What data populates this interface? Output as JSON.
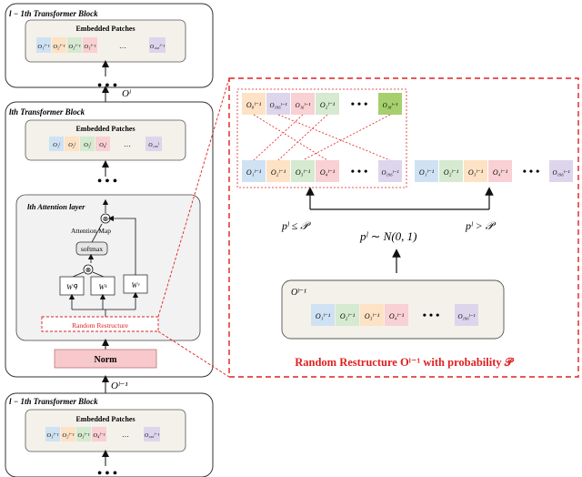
{
  "top_block": {
    "title": "l − 1th Transformer Block",
    "patches_label": "Embedded Patches",
    "patches": [
      "O₁ˡ⁻¹",
      "O₂ˡ⁻¹",
      "O₃ˡ⁻¹",
      "…",
      "O₁₉₆ˡ⁻¹"
    ],
    "output_label": "Oˡ"
  },
  "mid_block": {
    "title": "lth Transformer Block",
    "patches_label": "Embedded Patches",
    "patches": [
      "O₁ˡ",
      "O₂ˡ",
      "O₃ˡ",
      "O₄ˡ",
      "O₁₉₆ˡ"
    ],
    "attention": {
      "title": "lth Attention layer",
      "map_label": "Attention Map",
      "softmax_label": "softmax",
      "wq_label": "Wᑫ",
      "wk_label": "Wᵏ",
      "wv_label": "Wᵛ",
      "multiply_symbol": "⊗"
    },
    "random_restructure_label": "Random Restructure",
    "norm_label": "Norm",
    "input_label": "Oˡ⁻¹"
  },
  "bottom_block": {
    "title": "l − 1th Transformer Block",
    "patches_label": "Embedded Patches",
    "patches": [
      "O₁ˡ⁻¹",
      "O₂ˡ⁻¹",
      "O₃ˡ⁻¹",
      "O₄ˡ⁻¹",
      "O₁₉₆ˡ⁻¹"
    ]
  },
  "ellipsis": "• • •",
  "detail": {
    "shuffled_patches": [
      "O₈ˡ⁻¹",
      "O₁₉₆ˡ⁻¹",
      "O₁₆ˡ⁻¹",
      "O₂ˡ⁻¹",
      "O₁₈ˡ⁻¹"
    ],
    "original_patches": [
      "O₁ˡ⁻¹",
      "O₂ˡ⁻¹",
      "O₃ˡ⁻¹",
      "O₄ˡ⁻¹",
      "O₁₉₆ˡ⁻¹"
    ],
    "kept_patches": [
      "O₁ˡ⁻¹",
      "O₂ˡ⁻¹",
      "O₃ˡ⁻¹",
      "O₄ˡ⁻¹",
      "O₁₉₆ˡ⁻¹"
    ],
    "input_label": "Oˡ⁻¹",
    "input_patches": [
      "O₁ˡ⁻¹",
      "O₂ˡ⁻¹",
      "O₃ˡ⁻¹",
      "O₄ˡ⁻¹",
      "O₁₉₆ˡ⁻¹"
    ],
    "cond_le": "pˡ ≤ 𝒫",
    "cond_dist": "pˡ ∼ N(0, 1)",
    "cond_gt": "pˡ > 𝒫",
    "caption": "Random Restructure Oˡ⁻¹ with probability 𝒫"
  },
  "colors": {
    "blue": "#cfe2f3",
    "orange": "#fde2c5",
    "green": "#d5ead0",
    "pink": "#f9d0d3",
    "purple": "#ddd5ec",
    "lime": "#a6cf6e",
    "red": "#e02020",
    "norm": "#f7c9cd"
  }
}
